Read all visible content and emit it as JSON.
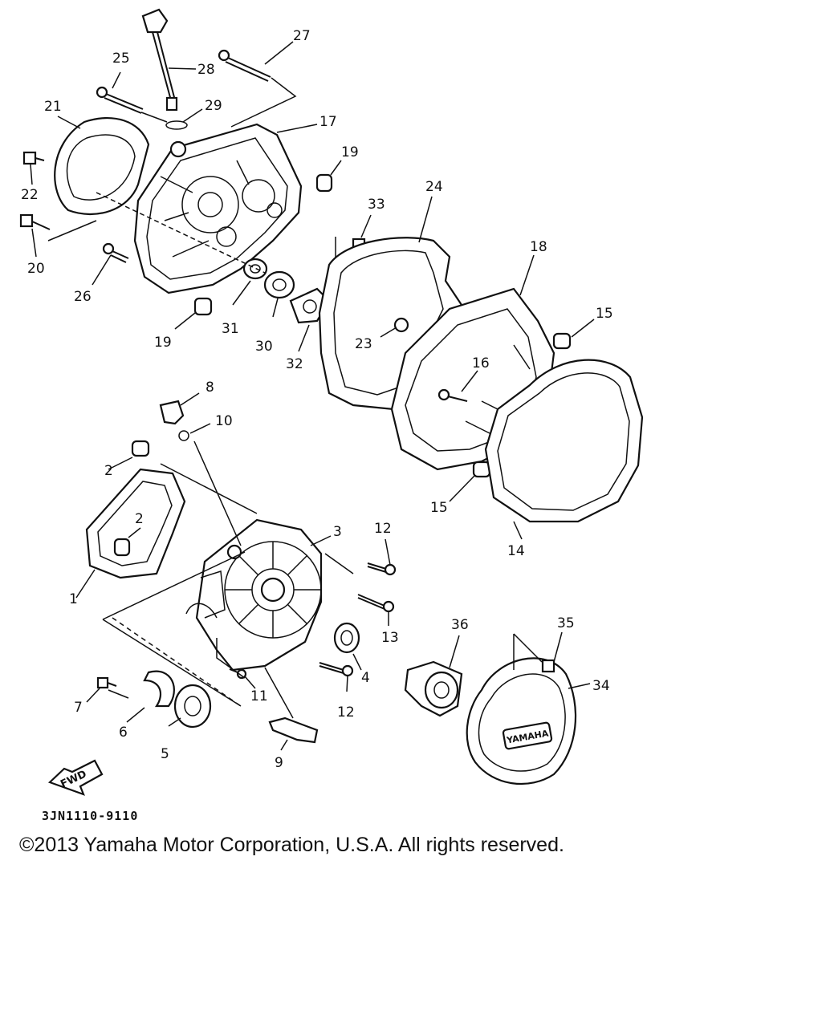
{
  "diagram": {
    "code": "3JN1110-9110",
    "fwd": "FWD",
    "brand": "YAMAHA",
    "copyright": "©2013 Yamaha Motor Corporation, U.S.A. All rights reserved."
  },
  "callouts": [
    "1",
    "2",
    "2",
    "3",
    "4",
    "5",
    "6",
    "7",
    "8",
    "9",
    "10",
    "11",
    "12",
    "12",
    "13",
    "14",
    "15",
    "15",
    "16",
    "17",
    "18",
    "19",
    "19",
    "20",
    "21",
    "22",
    "23",
    "24",
    "25",
    "26",
    "27",
    "28",
    "29",
    "30",
    "31",
    "32",
    "33",
    "34",
    "35",
    "36"
  ]
}
